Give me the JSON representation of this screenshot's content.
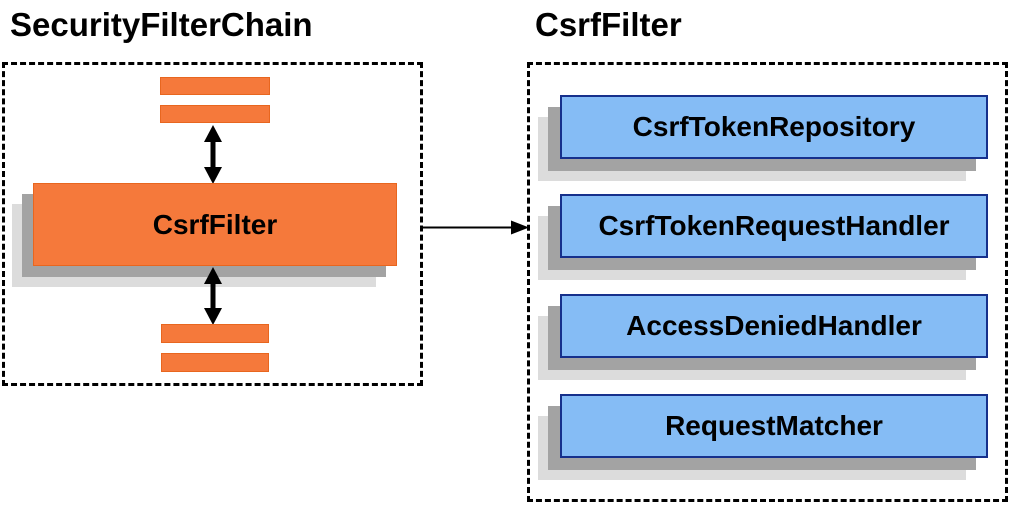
{
  "colors": {
    "orange": "#F5793B",
    "orange_border": "#E8661F",
    "blue_fill": "#85BCF5",
    "blue_border": "#16308C",
    "shadow_dark": "#A3A3A3",
    "shadow_light": "#DCDCDC",
    "text": "#000000",
    "bg": "#FFFFFF"
  },
  "left_panel": {
    "title": "SecurityFilterChain",
    "filter_node_label": "CsrfFilter"
  },
  "right_panel": {
    "title": "CsrfFilter",
    "components": [
      "CsrfTokenRepository",
      "CsrfTokenRequestHandler",
      "AccessDeniedHandler",
      "RequestMatcher"
    ]
  },
  "icons": {
    "vertical_double_arrow": "up-down-arrow-icon",
    "flow_arrow": "right-arrow-icon"
  }
}
